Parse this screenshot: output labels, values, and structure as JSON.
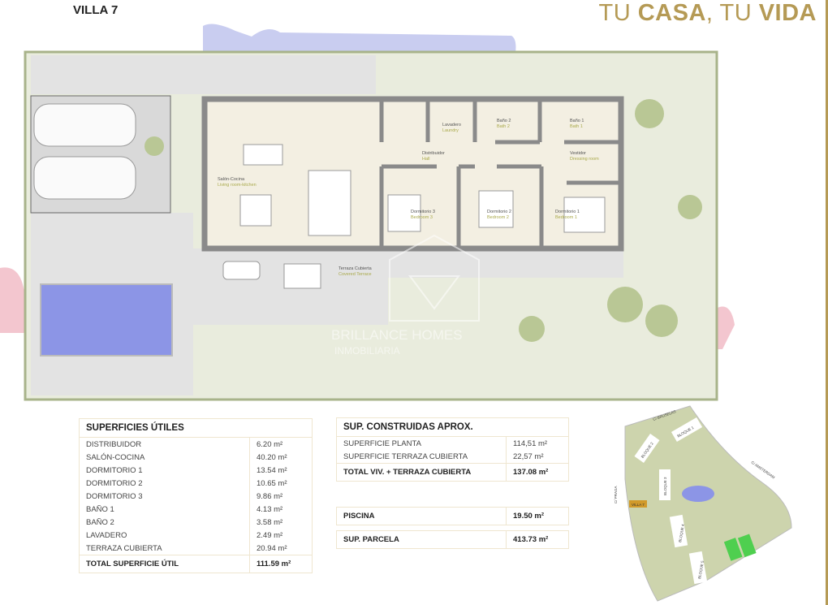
{
  "header": {
    "title": "VILLA 7",
    "slogan_part1": "TU ",
    "slogan_part2": "CASA",
    "slogan_part3": ", TU ",
    "slogan_part4": "VIDA"
  },
  "colors": {
    "gold": "#b59a55",
    "garden": "#e8ecdc",
    "floor": "#f3efe2",
    "wall": "#8a8a8a",
    "pool": "#8c95e6"
  },
  "plan": {
    "rooms": [
      {
        "name": "Salón-Cocina",
        "en": "Living room-kitchen"
      },
      {
        "name": "Distribuidor",
        "en": "Hall"
      },
      {
        "name": "Lavadero",
        "en": "Laundry"
      },
      {
        "name": "Baño 2",
        "en": "Bath 2"
      },
      {
        "name": "Baño 1",
        "en": "Bath 1"
      },
      {
        "name": "Vestidor",
        "en": "Dressing room"
      },
      {
        "name": "Dormitorio 3",
        "en": "Bedroom 3"
      },
      {
        "name": "Dormitorio 2",
        "en": "Bedroom 2"
      },
      {
        "name": "Dormitorio 1",
        "en": "Bedroom 1"
      },
      {
        "name": "Terraza Cubierta",
        "en": "Covered Terrace"
      }
    ],
    "watermark": {
      "line1": "BRILLANCE HOMES",
      "line2": "INMOBILIARIA"
    }
  },
  "useful_areas": {
    "title": "SUPERFICIES ÚTILES",
    "rows": [
      {
        "label": "DISTRIBUIDOR",
        "value": "6.20 m²"
      },
      {
        "label": "SALÓN-COCINA",
        "value": "40.20 m²"
      },
      {
        "label": "DORMITORIO 1",
        "value": "13.54 m²"
      },
      {
        "label": "DORMITORIO 2",
        "value": "10.65 m²"
      },
      {
        "label": "DORMITORIO 3",
        "value": "9.86 m²"
      },
      {
        "label": "BAÑO 1",
        "value": "4.13 m²"
      },
      {
        "label": "BAÑO 2",
        "value": "3.58 m²"
      },
      {
        "label": "LAVADERO",
        "value": "2.49 m²"
      },
      {
        "label": "TERRAZA CUBIERTA",
        "value": "20.94 m²"
      }
    ],
    "total_label": "TOTAL SUPERFICIE ÚTIL",
    "total_value": "111.59 m²"
  },
  "built_areas": {
    "title": "SUP. CONSTRUIDAS APROX.",
    "rows": [
      {
        "label": "SUPERFICIE PLANTA",
        "value": "114,51 m²"
      },
      {
        "label": "SUPERFICIE TERRAZA CUBIERTA",
        "value": "22,57 m²"
      }
    ],
    "total_label": "TOTAL VIV. + TERRAZA CUBIERTA",
    "total_value": "137.08 m²"
  },
  "pool": {
    "label": "PISCINA",
    "value": "19.50 m²"
  },
  "plot": {
    "label": "SUP. PARCELA",
    "value": "413.73 m²"
  },
  "site_plan": {
    "streets": [
      "C/ BRUSELAS",
      "C/ AMSTERDAM",
      "C/ PRAGA"
    ],
    "blocks": [
      "BLOQUE 1",
      "BLOQUE 2",
      "BLOQUE 3",
      "BLOQUE 4",
      "BLOQUE 5"
    ],
    "highlight": "VILLA 7"
  }
}
